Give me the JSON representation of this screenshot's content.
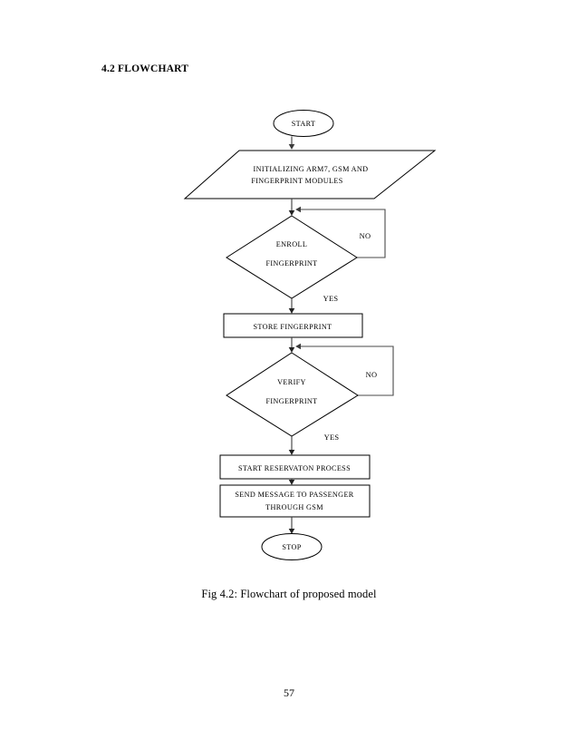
{
  "document": {
    "section_heading": "4.2 FLOWCHART",
    "figure_caption": "Fig 4.2: Flowchart of proposed model",
    "page_number": "57"
  },
  "chart_data": {
    "type": "diagram",
    "diagram_kind": "flowchart",
    "title": "Fig 4.2: Flowchart of proposed model",
    "orientation": "top-to-bottom",
    "nodes": [
      {
        "id": "start",
        "shape": "ellipse",
        "label": "START"
      },
      {
        "id": "init",
        "shape": "parallelogram",
        "label": "INITIALIZING ARM7, GSM AND FINGERPRINT MODULES",
        "line1": "INITIALIZING ARM7, GSM AND",
        "line2": "FINGERPRINT MODULES"
      },
      {
        "id": "enroll",
        "shape": "diamond",
        "label": "ENROLL FINGERPRINT",
        "line1": "ENROLL",
        "line2": "FINGERPRINT"
      },
      {
        "id": "store",
        "shape": "rectangle",
        "label": "STORE FINGERPRINT"
      },
      {
        "id": "verify",
        "shape": "diamond",
        "label": "VERIFY FINGERPRINT",
        "line1": "VERIFY",
        "line2": "FINGERPRINT"
      },
      {
        "id": "reserve",
        "shape": "rectangle",
        "label": "START RESERVATON PROCESS"
      },
      {
        "id": "message",
        "shape": "rectangle",
        "label": "SEND MESSAGE TO PASSENGER THROUGH GSM",
        "line1": "SEND MESSAGE TO PASSENGER",
        "line2": "THROUGH GSM"
      },
      {
        "id": "stop",
        "shape": "ellipse",
        "label": "STOP"
      }
    ],
    "edges": [
      {
        "from": "start",
        "to": "init",
        "label": ""
      },
      {
        "from": "init",
        "to": "enroll",
        "label": ""
      },
      {
        "from": "enroll",
        "to": "enroll",
        "label": "NO",
        "kind": "loop-right"
      },
      {
        "from": "enroll",
        "to": "store",
        "label": "YES"
      },
      {
        "from": "store",
        "to": "verify",
        "label": ""
      },
      {
        "from": "verify",
        "to": "verify",
        "label": "NO",
        "kind": "loop-right"
      },
      {
        "from": "verify",
        "to": "reserve",
        "label": "YES"
      },
      {
        "from": "reserve",
        "to": "message",
        "label": ""
      },
      {
        "from": "message",
        "to": "stop",
        "label": ""
      }
    ],
    "edge_labels": {
      "enroll_no": "NO",
      "enroll_yes": "YES",
      "verify_no": "NO",
      "verify_yes": "YES"
    },
    "colors": {
      "stroke": "#000000",
      "connector": "#3b3b3b",
      "text": "#000000",
      "background": "#ffffff"
    }
  }
}
